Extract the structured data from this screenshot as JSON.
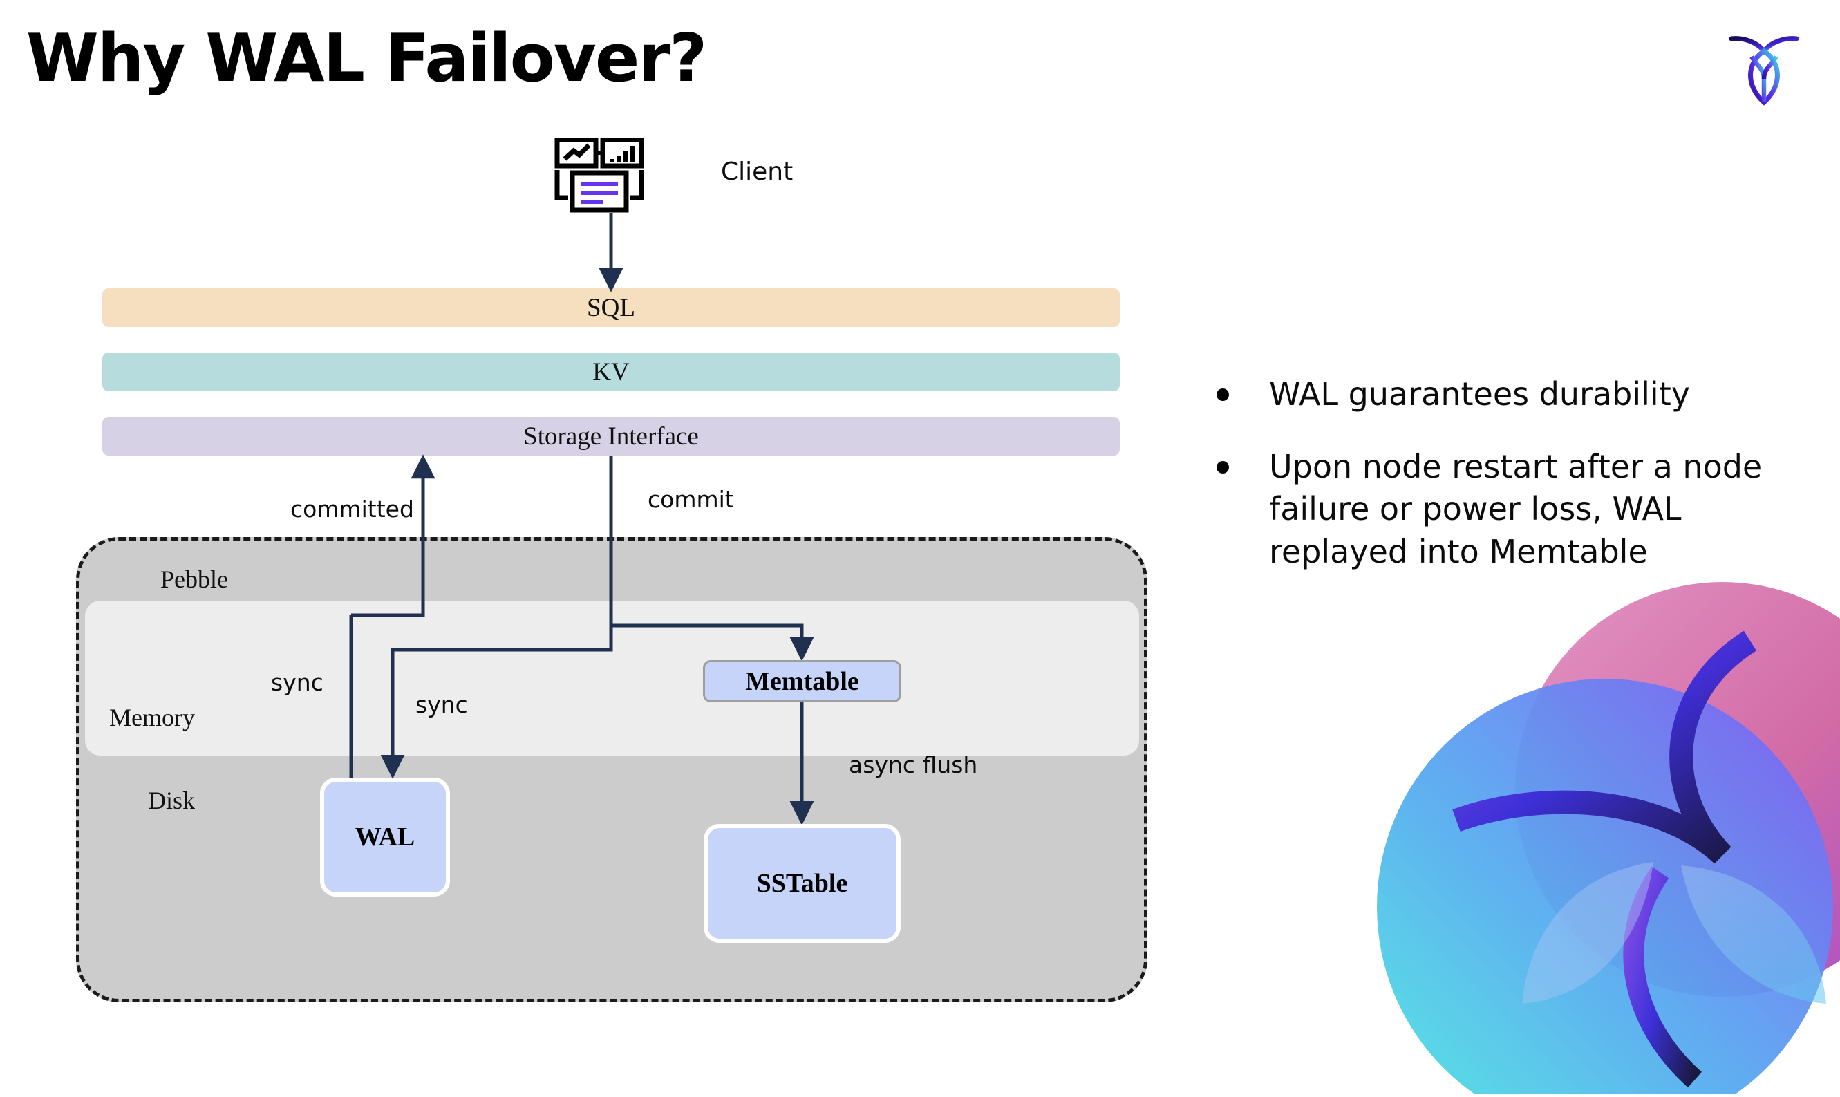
{
  "slide": {
    "title": "Why WAL Failover?"
  },
  "brand": {
    "logo_name": "cockroachdb-logo",
    "logo_gradient_start": "#1a0b8a",
    "logo_gradient_mid": "#5b2ee8",
    "logo_gradient_end": "#3ee0e8",
    "corner_art_name": "decorative-overlapping-circles"
  },
  "diagram": {
    "client": {
      "label": "Client",
      "icon_name": "client-dashboard-icon",
      "icon_accent": "#6633EE"
    },
    "stack": [
      {
        "key": "sql",
        "label": "SQL",
        "color": "#F5DFBE"
      },
      {
        "key": "kv",
        "label": "KV",
        "color": "#B7DCDE"
      },
      {
        "key": "storage",
        "label": "Storage Interface",
        "color": "#D6D1E5"
      }
    ],
    "container": {
      "label": "Pebble",
      "fill": "#CCCCCC",
      "border": "#1B1B1B"
    },
    "regions": [
      {
        "key": "memory",
        "label": "Memory",
        "fill": "#EDEDED"
      },
      {
        "key": "disk",
        "label": "Disk",
        "fill": "#CCCCCC"
      }
    ],
    "nodes": [
      {
        "key": "memtable",
        "label": "Memtable",
        "fill": "#C7D4F9",
        "border": "#9E9E9E"
      },
      {
        "key": "wal",
        "label": "WAL",
        "fill": "#C7D4F9",
        "border": "#FFFFFF"
      },
      {
        "key": "sstable",
        "label": "SSTable",
        "fill": "#C7D4F9",
        "border": "#FFFFFF"
      }
    ],
    "edges": [
      {
        "key": "client_to_sql",
        "label": ""
      },
      {
        "key": "committed",
        "label": "committed"
      },
      {
        "key": "commit",
        "label": "commit"
      },
      {
        "key": "sync_1",
        "label": "sync"
      },
      {
        "key": "sync_2",
        "label": "sync"
      },
      {
        "key": "async_flush",
        "label": "async flush"
      }
    ],
    "edge_color": "#203050"
  },
  "bullets": [
    "WAL guarantees durability",
    "Upon node restart after a node failure or power loss, WAL replayed into Memtable"
  ]
}
